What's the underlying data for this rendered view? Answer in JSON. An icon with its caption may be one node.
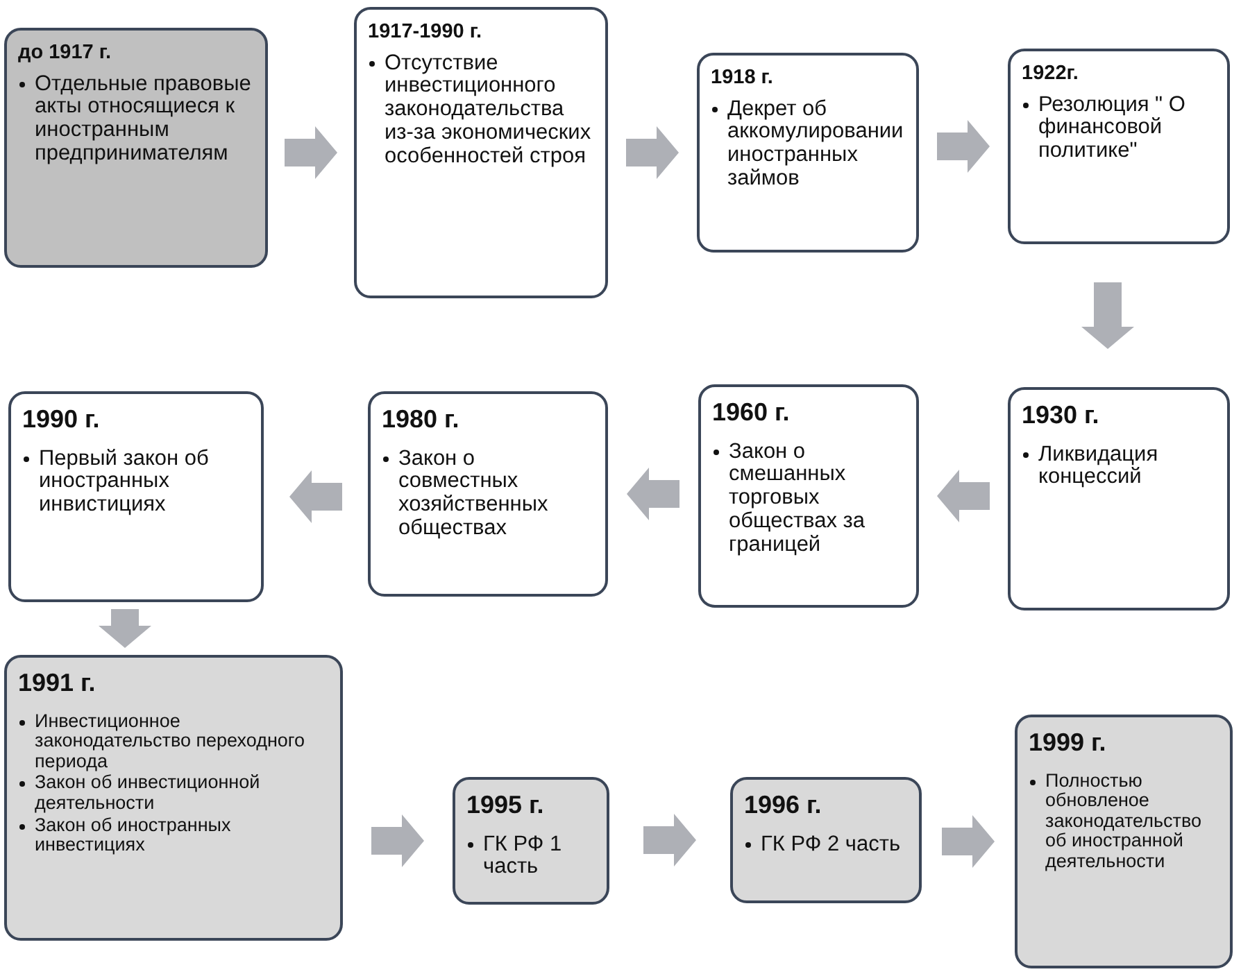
{
  "diagram": {
    "nodes": [
      {
        "text": [
          "до 1917 г.",
          "Отдельные правовые акты относящиеся к иностранным предпринимателям"
        ]
      },
      {
        "text": [
          "1917-1990 г.",
          "Отсутствие инвестиционного законодательства из-за экономических особенностей строя"
        ]
      },
      {
        "text": [
          "1918 г.",
          "Декрет об аккомулировании иностранных займов"
        ]
      },
      {
        "text": [
          "1922г.",
          "Резолюция  \" О финансовой политике\""
        ]
      },
      {
        "text": [
          "1930 г.",
          "Ликвидация концессий"
        ]
      },
      {
        "text": [
          "1960 г.",
          "Закон о смешанных торговых обществах за границей"
        ]
      },
      {
        "text": [
          "1980 г.",
          "Закон о совместных хозяйственных обществах"
        ]
      },
      {
        "text": [
          "1990 г.",
          "Первый  закон об иностранных инвистициях"
        ]
      },
      {
        "text": [
          "1991 г.",
          "Инвестиционное законодательство переходного периода",
          "Закон об инвестиционной деятельности",
          "Закон об иностранных инвестициях"
        ]
      },
      {
        "text": [
          "1995 г.",
          "ГК РФ 1 часть"
        ]
      },
      {
        "text": [
          "1996 г.",
          "ГК  РФ 2 часть"
        ]
      },
      {
        "text": [
          "1999 г.",
          "Полностью обновленое законодательство об иностранной деятельности"
        ]
      }
    ],
    "edges": [
      {
        "from": 0,
        "to": 1,
        "arrow": "to"
      },
      {
        "from": 1,
        "to": 2,
        "arrow": "to"
      },
      {
        "from": 2,
        "to": 3,
        "arrow": "to"
      },
      {
        "from": 3,
        "to": 4,
        "arrow": "to"
      },
      {
        "from": 4,
        "to": 5,
        "arrow": "to"
      },
      {
        "from": 5,
        "to": 6,
        "arrow": "to"
      },
      {
        "from": 6,
        "to": 7,
        "arrow": "to"
      },
      {
        "from": 7,
        "to": 8,
        "arrow": "to"
      },
      {
        "from": 8,
        "to": 9,
        "arrow": "to"
      },
      {
        "from": 9,
        "to": 10,
        "arrow": "to"
      },
      {
        "from": 10,
        "to": 11,
        "arrow": "to"
      }
    ]
  }
}
